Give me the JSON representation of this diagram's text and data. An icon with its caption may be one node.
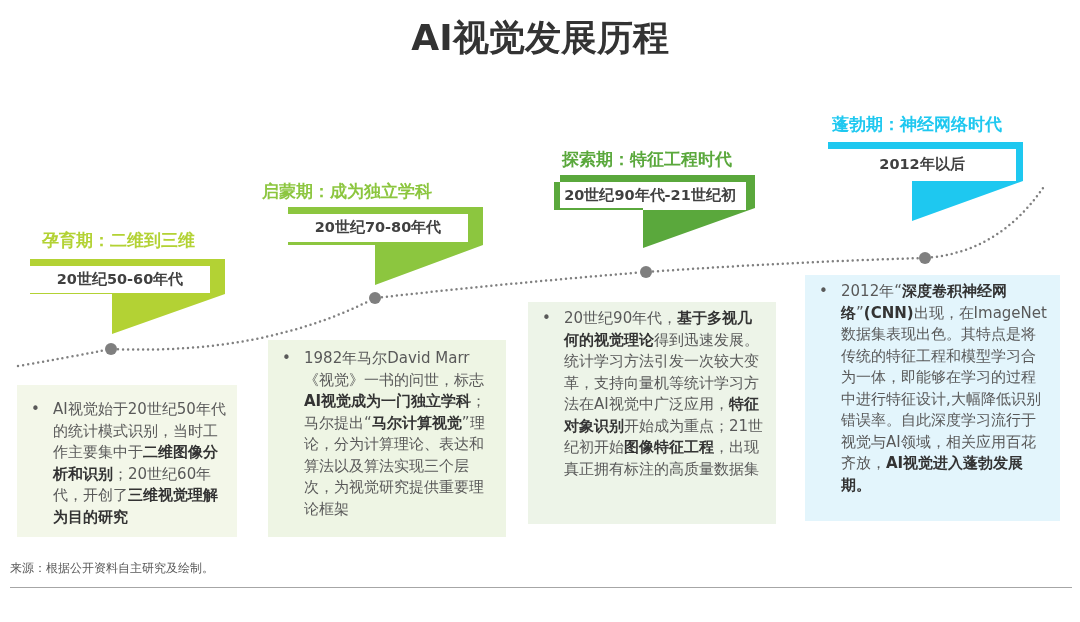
{
  "diagram": {
    "title": "AI视觉发展历程",
    "nodes": [
      {
        "text": [
          "孕育期：二维到三维",
          "20世纪50-60年代"
        ]
      },
      {
        "text": [],
        "shape": "circle"
      },
      {
        "text": [
          "•",
          "AI视觉始于20世纪50年代的统计模式识别，当时工作主要集中于**二维图像分析和识别**；20世纪60年代，开创了**三维视觉理解为目的研究**"
        ]
      },
      {
        "text": [
          "启蒙期：成为独立学科",
          "20世纪70-80年代"
        ]
      },
      {
        "text": [],
        "shape": "circle"
      },
      {
        "text": [
          "•",
          "1982年马尔David Marr《视觉》一书的问世，标志**AI视觉成为一门独立学科**；马尔提出“**马尔计算视觉**”理论，分为计算理论、表达和算法以及算法实现三个层次，为视觉研究提供重要理论框架"
        ]
      },
      {
        "text": [
          "探索期：特征工程时代",
          "20世纪90年代-21世纪初"
        ]
      },
      {
        "text": [],
        "shape": "circle"
      },
      {
        "text": [
          "•",
          "20世纪90年代，**基于多视几何的视觉理论**得到迅速发展。统计学习方法引发一次较大变革，支持向量机等统计学习方法在AI视觉中广泛应用，**特征对象识别**开始成为重点；21世纪初开始**图像特征工程**，出现真正拥有标注的高质量数据集"
        ]
      },
      {
        "text": [
          "蓬勃期：神经网络时代",
          "2012年以后"
        ]
      },
      {
        "text": [],
        "shape": "circle"
      },
      {
        "text": [
          "•",
          "2012年“**深度卷积神经网络**”**(CNN)**出现，在ImageNet 数据集表现出色。其特点是将传统的特征工程和模型学习合为一体，即能够在学习的过程中进行特征设计,大幅降低识别错误率。自此深度学习流行于视觉与AI领域，相关应用百花齐放，**AI视觉进入蓬勃发展期。**"
        ]
      }
    ],
    "edges": [
      {
        "from": null,
        "to": 1,
        "arrow": "none",
        "style": "dashed"
      },
      {
        "from": 1,
        "to": 4,
        "arrow": "none",
        "style": "dashed"
      },
      {
        "from": 4,
        "to": 7,
        "arrow": "none",
        "style": "dashed"
      },
      {
        "from": 7,
        "to": 10,
        "arrow": "none",
        "style": "dashed"
      },
      {
        "from": 10,
        "to": null,
        "arrow": "none",
        "style": "dashed"
      }
    ],
    "labels": [
      "来源：根据公开资料自主研究及绘制。"
    ]
  }
}
